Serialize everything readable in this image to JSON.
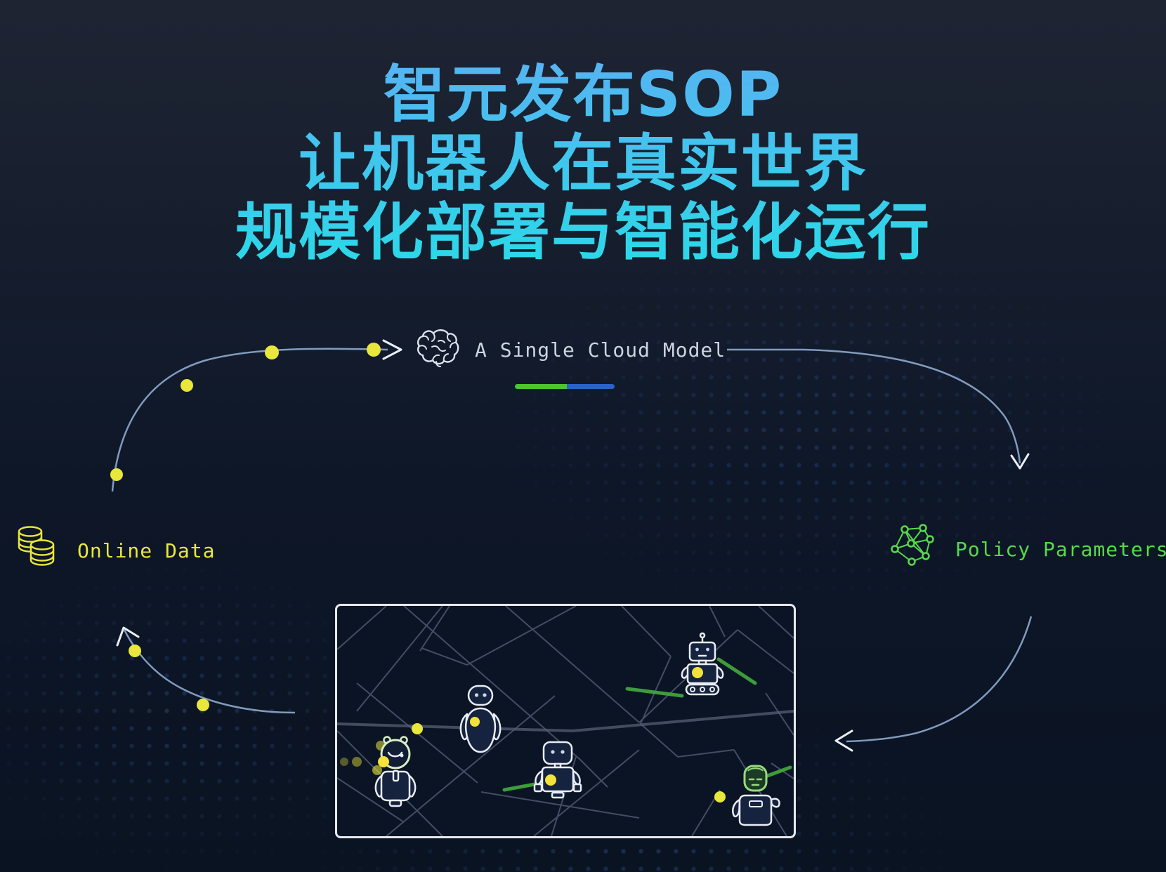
{
  "title": {
    "line1": "智元发布SOP",
    "line2": "让机器人在真实世界",
    "line3": "规模化部署与智能化运行"
  },
  "flow": {
    "cloud_model": {
      "label": "A Single Cloud Model",
      "icon": "brain-icon"
    },
    "online_data": {
      "label": "Online Data",
      "icon": "database-icon"
    },
    "policy_parameters": {
      "label": "Policy Parameters",
      "icon": "network-graph-icon"
    }
  },
  "map": {
    "robots": [
      "eve-robot",
      "classic-wheeled-robot",
      "helmet-robot",
      "square-robot",
      "green-head-robot"
    ]
  },
  "colors": {
    "title_gradient_top": "#55b4f2",
    "title_gradient_bottom": "#2bd9e8",
    "accent_yellow": "#e9e63c",
    "accent_green": "#58d94b",
    "progress_green": "#4cc52f",
    "progress_blue": "#2a63c8",
    "arc": "#8ca6cc",
    "map_border": "#e6e9f0",
    "background": "#0d1526"
  }
}
